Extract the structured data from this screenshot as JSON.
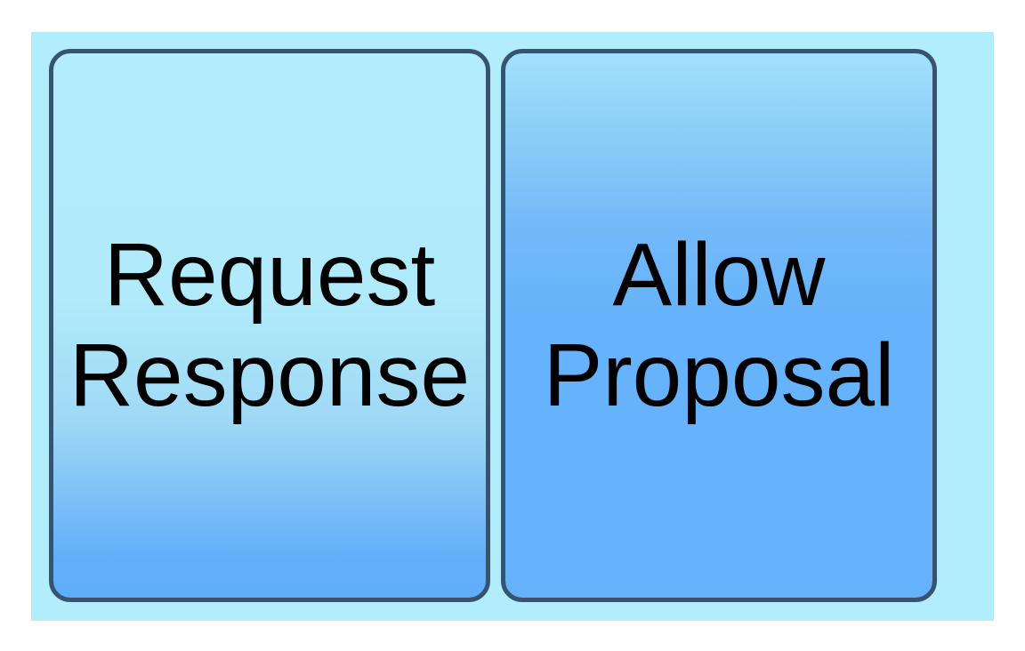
{
  "nodes": [
    {
      "id": "request-response",
      "lines": [
        "Request",
        "Response"
      ],
      "fill_top": "#b3edfc",
      "fill_bottom": "#60adfa"
    },
    {
      "id": "allow-proposal",
      "lines": [
        "Allow",
        "Proposal"
      ],
      "fill_top": "#a1e0fc",
      "fill_bottom": "#66b2fb"
    }
  ],
  "colors": {
    "page_background": "#ffffff",
    "panel_background": "#b2edfb",
    "node_border": "#38536f",
    "text": "#000000"
  }
}
